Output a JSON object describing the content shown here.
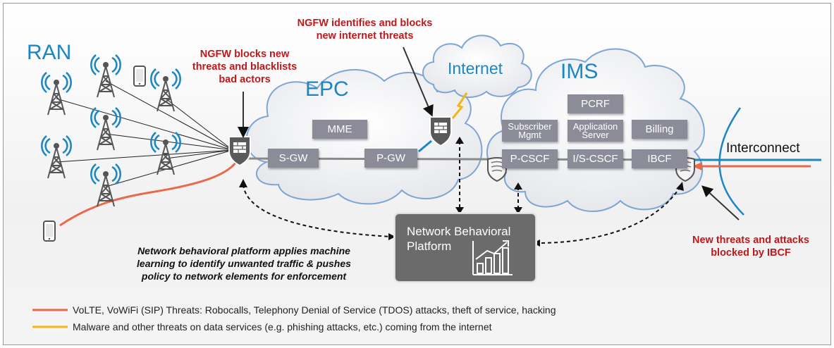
{
  "labels": {
    "ran": "RAN",
    "epc": "EPC",
    "ims": "IMS",
    "internet": "Internet",
    "interconnect": "Interconnect"
  },
  "nodes": {
    "sgw": "S-GW",
    "pgw": "P-GW",
    "mme": "MME",
    "pcrf": "PCRF",
    "subscriber_mgmt_line1": "Subscriber",
    "subscriber_mgmt_line2": "Mgmt",
    "app_server_line1": "Application",
    "app_server_line2": "Server",
    "billing": "Billing",
    "pcscf": "P-CSCF",
    "iscscf": "I/S-CSCF",
    "ibcf": "IBCF"
  },
  "callouts": {
    "ngfw_ran_1": "NGFW blocks new",
    "ngfw_ran_2": "threats and blacklists",
    "ngfw_ran_3": "bad actors",
    "ngfw_internet_1": "NGFW identifies and blocks",
    "ngfw_internet_2": "new internet threats",
    "ibcf_1": "New threats and attacks",
    "ibcf_2": "blocked by IBCF"
  },
  "platform": {
    "line1": "Network Behavioral",
    "line2": "Platform"
  },
  "note": {
    "line1": "Network behavioral platform applies machine",
    "line2": "learning to identify unwanted traffic & pushes",
    "line3": "policy to network elements for enforcement"
  },
  "legend": [
    {
      "color": "#e8694b",
      "text": "VoLTE, VoWiFi (SIP) Threats: Robocalls, Telephony Denial of Service (TDOS) attacks, theft of service, hacking"
    },
    {
      "color": "#f2b619",
      "text": "Malware and other threats on data services (e.g. phishing attacks, etc.) coming from the internet"
    }
  ],
  "colors": {
    "accent_blue": "#1c86c4",
    "threat_red": "#c0181b",
    "node_gray": "#8c8c99",
    "platform_gray": "#6b6b6b"
  },
  "icons": [
    "cell-tower-icon",
    "phone-icon",
    "firewall-shield-icon",
    "ibcf-shield-icon",
    "growth-chart-icon"
  ]
}
